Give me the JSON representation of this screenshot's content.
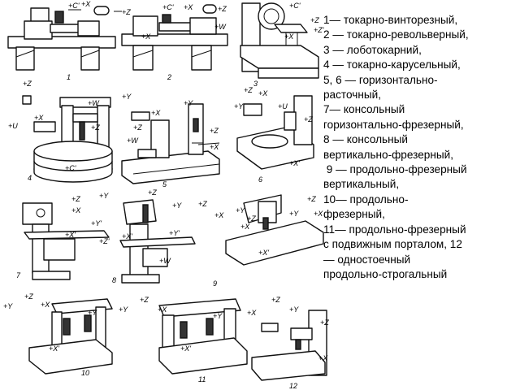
{
  "legend": {
    "lines": [
      "1— токарно-винторезный,",
      "2 — токарно-револьверный,",
      "3 — лоботокарний,",
      "4 — токарно-карусельный,",
      "5, 6 — горизонтально-",
      "расточный,",
      "7— консольный",
      "горизонтально-фрезерный,",
      "8 — консольный",
      "вертикально-фрезерный,",
      " 9 — продольно-фрезерный",
      "вертикальный,",
      "10— продольно-",
      "фрезерный,",
      "11— продольно-фрезерный",
      "с подвижным порталом, 12",
      "— одностоечный",
      "продольно-строгальный"
    ]
  },
  "machines": [
    {
      "id": "m1",
      "number": "1",
      "axes": [
        "+C'",
        "+X",
        "+Z"
      ]
    },
    {
      "id": "m2",
      "number": "2",
      "axes": [
        "+C'",
        "+X",
        "+Z",
        "+X",
        "+W"
      ]
    },
    {
      "id": "m3",
      "number": "3",
      "axes": [
        "+C'",
        "+Z",
        "+Z'",
        "+X"
      ]
    },
    {
      "id": "m4",
      "number": "4",
      "axes": [
        "+Z",
        "+X",
        "+U",
        "+W",
        "+Z",
        "+C'"
      ]
    },
    {
      "id": "m5",
      "number": "5",
      "axes": [
        "+Y",
        "+X",
        "+Z",
        "+W",
        "+Y",
        "+Z",
        "+X"
      ]
    },
    {
      "id": "m6",
      "number": "6",
      "axes": [
        "+Z",
        "+X",
        "+Y",
        "+U",
        "+Z",
        "+X'"
      ]
    },
    {
      "id": "m7",
      "number": "7",
      "axes": [
        "+Z",
        "+X",
        "+Y",
        "+Y'",
        "+Z'",
        "+X'"
      ]
    },
    {
      "id": "m8",
      "number": "8",
      "axes": [
        "+Z",
        "+Y",
        "+X",
        "+Z",
        "+X'",
        "+Y'",
        "+W"
      ]
    },
    {
      "id": "m9",
      "number": "9",
      "axes": [
        "+Y",
        "+Z",
        "+X",
        "+X'",
        "+Z",
        "+X",
        "+Y"
      ]
    },
    {
      "id": "m10",
      "number": "10",
      "axes": [
        "+Y",
        "+Z",
        "+X",
        "+Y",
        "+X'"
      ]
    },
    {
      "id": "m11",
      "number": "11",
      "axes": [
        "+Y",
        "+Z",
        "+X",
        "+Y",
        "+X'"
      ]
    },
    {
      "id": "m12",
      "number": "12",
      "axes": [
        "+X",
        "+Z",
        "+Y",
        "+Z",
        "+X"
      ]
    }
  ]
}
